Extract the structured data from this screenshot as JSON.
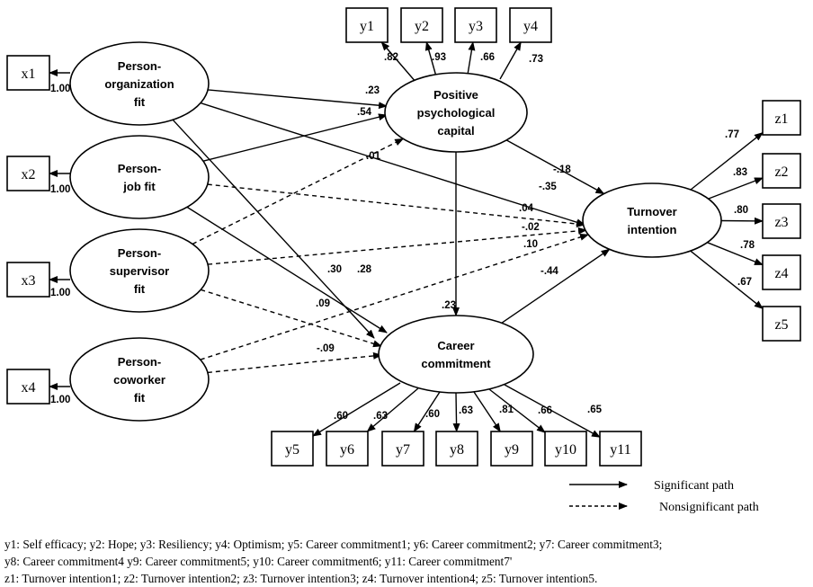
{
  "constructs": {
    "po": [
      "Person-",
      "organization",
      "fit"
    ],
    "pj": [
      "Person-",
      "job fit"
    ],
    "ps": [
      "Person-",
      "supervisor",
      "fit"
    ],
    "pc": [
      "Person-",
      "coworker",
      "fit"
    ],
    "ppc": [
      "Positive",
      "psychological",
      "capital"
    ],
    "cc": [
      "Career",
      "commitment"
    ],
    "ti": [
      "Turnover",
      "intention"
    ]
  },
  "indicators": {
    "x1": "x1",
    "x2": "x2",
    "x3": "x3",
    "x4": "x4",
    "y1": "y1",
    "y2": "y2",
    "y3": "y3",
    "y4": "y4",
    "y5": "y5",
    "y6": "y6",
    "y7": "y7",
    "y8": "y8",
    "y9": "y9",
    "y10": "y10",
    "y11": "y11",
    "z1": "z1",
    "z2": "z2",
    "z3": "z3",
    "z4": "z4",
    "z5": "z5"
  },
  "loadings": {
    "x1": "1.00",
    "x2": "1.00",
    "x3": "1.00",
    "x4": "1.00",
    "y1": ".82",
    "y2": ".93",
    "y3": ".66",
    "y4": ".73",
    "y5": ".60",
    "y6": ".63",
    "y7": ".60",
    "y8": ".63",
    "y9": ".81",
    "y10": ".66",
    "y11": ".65",
    "z1": ".77",
    "z2": ".83",
    "z3": ".80",
    "z4": ".78",
    "z5": ".67"
  },
  "paths": [
    {
      "from": "po",
      "to": "ppc",
      "coef": ".23",
      "significant": true
    },
    {
      "from": "pj",
      "to": "ppc",
      "coef": ".54",
      "significant": true
    },
    {
      "from": "ps",
      "to": "ppc",
      "coef": ".01",
      "significant": false
    },
    {
      "from": "po",
      "to": "ti",
      "coef": "-.35",
      "significant": true
    },
    {
      "from": "pj",
      "to": "ti",
      "coef": ".04",
      "significant": false
    },
    {
      "from": "ps",
      "to": "ti",
      "coef": "-.02",
      "significant": false
    },
    {
      "from": "pc",
      "to": "ti",
      "coef": ".10",
      "significant": false
    },
    {
      "from": "po",
      "to": "cc",
      "coef": ".28",
      "significant": true
    },
    {
      "from": "pj",
      "to": "cc",
      "coef": ".30",
      "significant": true
    },
    {
      "from": "ps",
      "to": "cc",
      "coef": ".09",
      "significant": false
    },
    {
      "from": "pc",
      "to": "cc",
      "coef": "-.09",
      "significant": false
    },
    {
      "from": "ppc",
      "to": "ti",
      "coef": "-.18",
      "significant": true
    },
    {
      "from": "ppc",
      "to": "cc",
      "coef": ".23",
      "significant": true
    },
    {
      "from": "cc",
      "to": "ti",
      "coef": "-.44",
      "significant": true
    }
  ],
  "legend": {
    "significant": "Significant path",
    "nonsignificant": "Nonsignificant path"
  },
  "notes": [
    "y1: Self efficacy; y2: Hope; y3: Resiliency; y4: Optimism; y5: Career commitment1; y6: Career commitment2; y7: Career commitment3;",
    "y8: Career commitment4 y9: Career commitment5; y10: Career commitment6; y11: Career commitment7'",
    "z1: Turnover intention1; z2: Turnover intention2; z3: Turnover intention3; z4: Turnover intention4; z5: Turnover intention5."
  ]
}
